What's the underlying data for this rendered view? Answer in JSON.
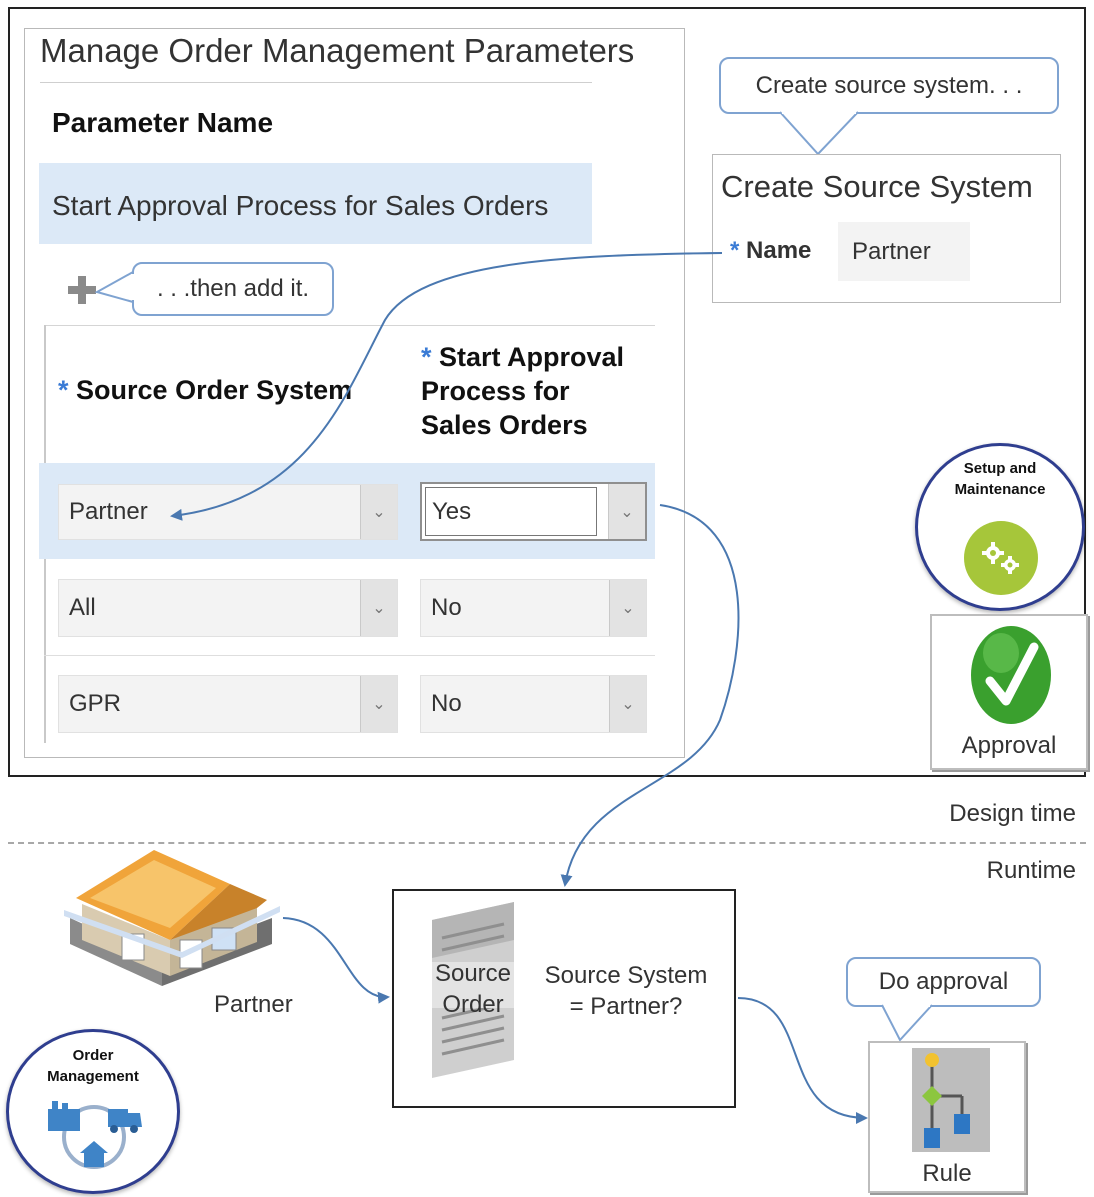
{
  "screen": {
    "title": "Manage Order Management Parameters",
    "column_header": "Parameter Name",
    "selected_parameter": "Start Approval Process for Sales Orders",
    "add_callout": ". . .then add it.",
    "table_headers": {
      "required_marker": "*",
      "source": "Source Order System",
      "approval_line1": "Start Approval",
      "approval_line2": "Process for",
      "approval_line3": "Sales Orders"
    },
    "rows": [
      {
        "source": "Partner",
        "approval": "Yes"
      },
      {
        "source": "All",
        "approval": "No"
      },
      {
        "source": "GPR",
        "approval": "No"
      }
    ]
  },
  "create_source": {
    "callout": "Create source system. . .",
    "title": "Create Source System",
    "name_label": "Name",
    "name_value": "Partner"
  },
  "setup_badge": {
    "line1": "Setup and",
    "line2": "Maintenance"
  },
  "approval_tile": {
    "label": "Approval"
  },
  "timeline": {
    "design_label": "Design time",
    "runtime_label": "Runtime"
  },
  "partner_label": "Partner",
  "source_box": {
    "doc_line1": "Source",
    "doc_line2": "Order",
    "cond_line1": "Source System",
    "cond_line2": "= Partner?"
  },
  "rule": {
    "callout": "Do approval",
    "label": "Rule"
  },
  "om_badge": {
    "line1": "Order",
    "line2": "Management"
  },
  "colors": {
    "accent_blue": "#3a7bd5",
    "row_highlight": "#dce9f7",
    "navy": "#2f3e8f",
    "connector": "#4a78b0",
    "approval_green": "#3aa02e"
  }
}
